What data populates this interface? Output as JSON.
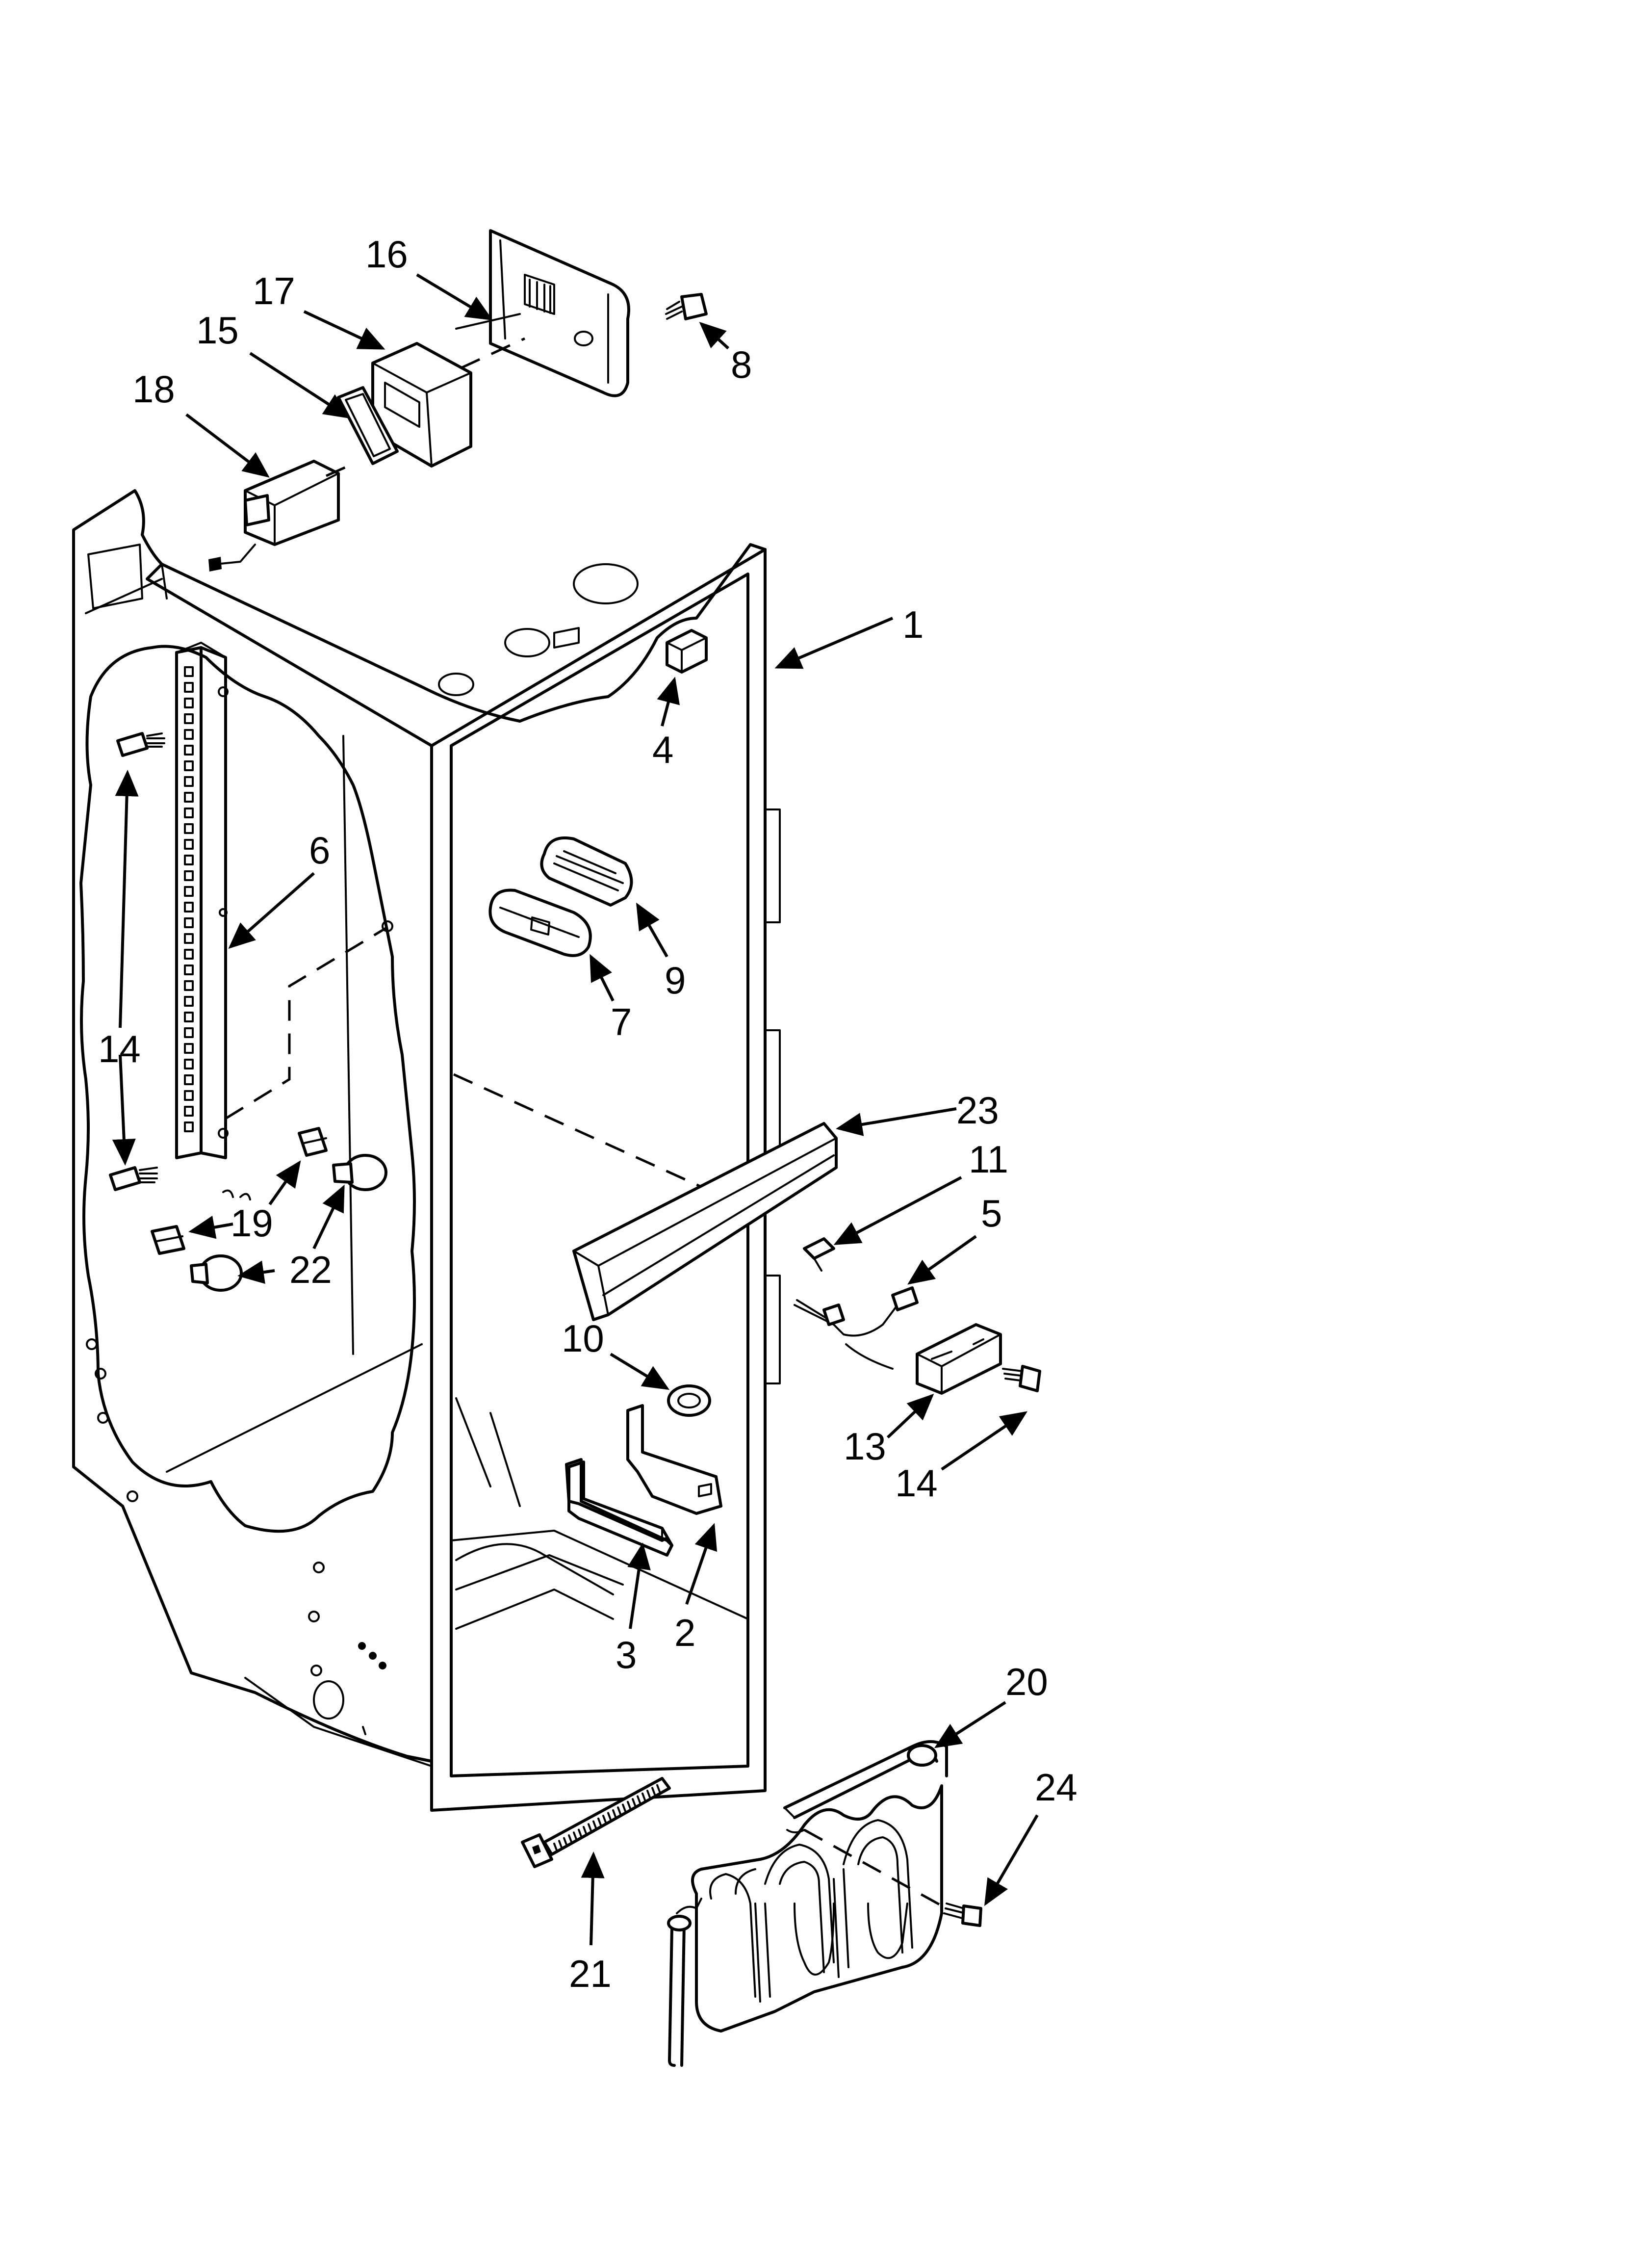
{
  "diagram": {
    "callouts": [
      {
        "id": "c1",
        "label": "1"
      },
      {
        "id": "c2",
        "label": "2"
      },
      {
        "id": "c3",
        "label": "3"
      },
      {
        "id": "c4",
        "label": "4"
      },
      {
        "id": "c5",
        "label": "5"
      },
      {
        "id": "c6",
        "label": "6"
      },
      {
        "id": "c7",
        "label": "7"
      },
      {
        "id": "c8",
        "label": "8"
      },
      {
        "id": "c9",
        "label": "9"
      },
      {
        "id": "c10",
        "label": "10"
      },
      {
        "id": "c11",
        "label": "11"
      },
      {
        "id": "c13",
        "label": "13"
      },
      {
        "id": "c14a",
        "label": "14"
      },
      {
        "id": "c14b",
        "label": "14"
      },
      {
        "id": "c15",
        "label": "15"
      },
      {
        "id": "c16",
        "label": "16"
      },
      {
        "id": "c17",
        "label": "17"
      },
      {
        "id": "c18",
        "label": "18"
      },
      {
        "id": "c19",
        "label": "19"
      },
      {
        "id": "c20",
        "label": "20"
      },
      {
        "id": "c21",
        "label": "21"
      },
      {
        "id": "c22",
        "label": "22"
      },
      {
        "id": "c23",
        "label": "23"
      },
      {
        "id": "c24",
        "label": "24"
      }
    ]
  }
}
